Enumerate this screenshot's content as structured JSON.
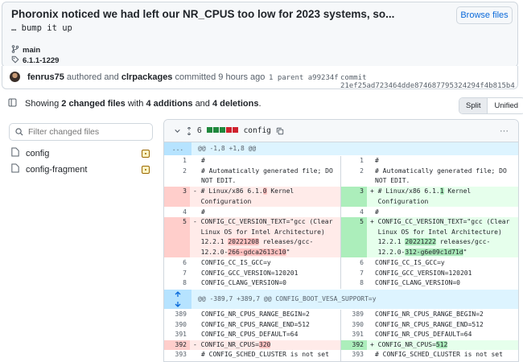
{
  "commit": {
    "title": "Phoronix noticed we had left our NR_CPUS too low for 2023 systems, so...",
    "body": "… bump it up",
    "browse_label": "Browse files",
    "branch": "main",
    "tag": "6.1.1-1229",
    "author": "fenrus75",
    "authored_word": "authored and",
    "committer": "clrpackages",
    "committed_text": "committed 9 hours ago",
    "parent_text": "1 parent a99234f",
    "commit_text": "commit 21ef25ad723464dde874687795324294f4b815b4"
  },
  "toolbar": {
    "summary_prefix": "Showing",
    "changed_files": "2 changed files",
    "with_word": "with",
    "additions": "4 additions",
    "and_word": "and",
    "deletions": "4 deletions",
    "period": ".",
    "split_label": "Split",
    "unified_label": "Unified"
  },
  "tree": {
    "filter_placeholder": "Filter changed files",
    "files": [
      {
        "name": "config"
      },
      {
        "name": "config-fragment"
      }
    ]
  },
  "diff": {
    "file_name": "config",
    "changes_count": "6",
    "more_label": "···",
    "expand_label": "...",
    "hunk1": "@@ -1,8 +1,8 @@",
    "hunk2": "@@ -389,7 +389,7 @@ CONFIG_BOOT_VESA_SUPPORT=y"
  },
  "colors": {
    "accent": "#0969da",
    "addition": "#1a7f37",
    "deletion": "#cf222e",
    "hunk_bg": "#ddf4ff"
  }
}
